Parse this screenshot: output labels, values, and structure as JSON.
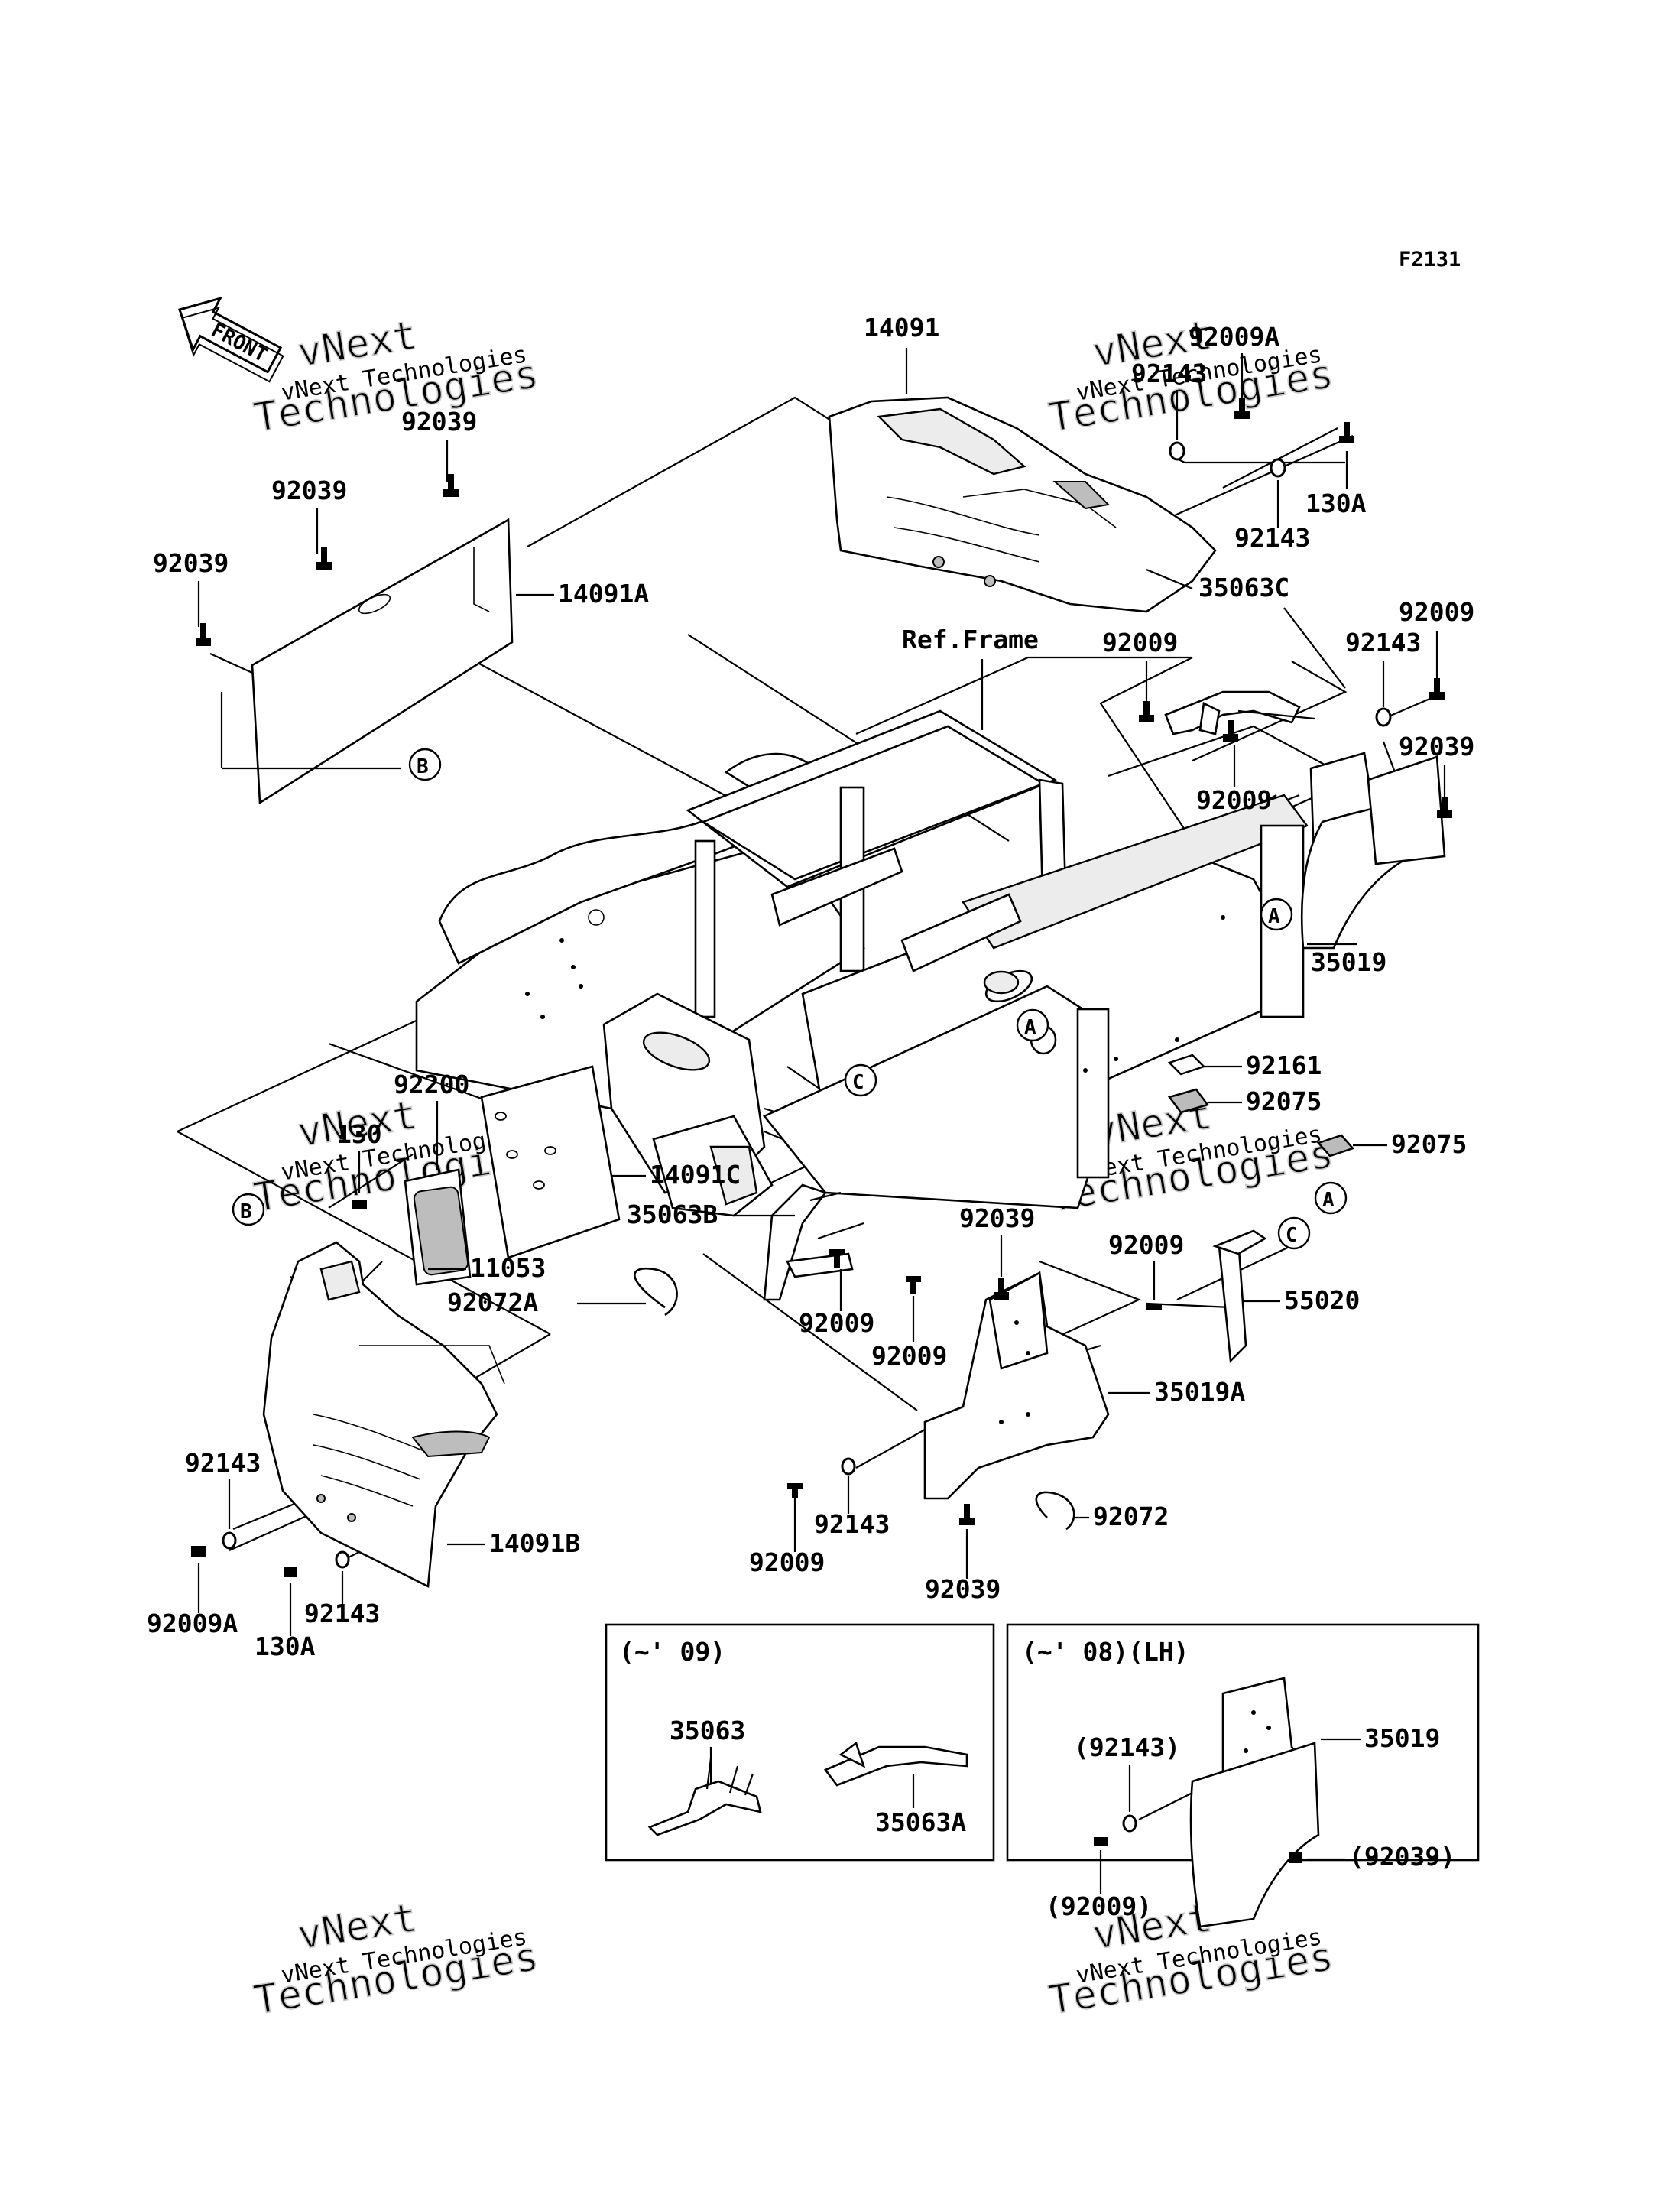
{
  "figure_code": "F2131",
  "front_label": "FRONT",
  "ref_frame_label": "Ref.Frame",
  "watermark": {
    "brand": "vNext",
    "word": "Technologies",
    "caption": "vNext Technologies"
  },
  "callout_letters": [
    "A",
    "B",
    "C"
  ],
  "part_labels": {
    "p14091": "14091",
    "p14091A": "14091A",
    "p14091B": "14091B",
    "p14091C": "14091C",
    "p92009A": "92009A",
    "p92143": "92143",
    "p130A": "130A",
    "p92039": "92039",
    "p35063C": "35063C",
    "p92009": "92009",
    "p35019": "35019",
    "p35019A": "35019A",
    "p92161": "92161",
    "p92075": "92075",
    "p92200": "92200",
    "p130": "130",
    "p11053": "11053",
    "p92072A": "92072A",
    "p92072": "92072",
    "p35063B": "35063B",
    "p55020": "55020",
    "p35063": "35063",
    "p35063A": "35063A"
  },
  "inset_left": {
    "title": "(~' 09)",
    "labels": [
      "35063",
      "35063A"
    ]
  },
  "inset_right": {
    "title": "(~' 08)(LH)",
    "labels": [
      "35019",
      "(92143)",
      "(92039)",
      "(92009)"
    ]
  }
}
